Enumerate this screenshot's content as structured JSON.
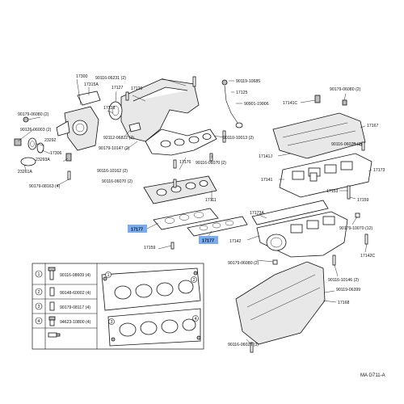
{
  "parts": {
    "p17300": "17300",
    "p17315A": "17315A",
    "p90179_06080_top": "90179-06080 (2)",
    "p90126_06003": "90126-06003 (2)",
    "p23292": "23292",
    "p17306": "17306",
    "p23293A": "23293A",
    "p23261A": "23261A",
    "p90179_08163": "90179-08163 (4)",
    "p90116_06231": "90116-06231 (2)",
    "p17127": "17127",
    "p17129": "17129",
    "p17128": "17128",
    "p92112_06822": "92112-06822 (2)",
    "p90179_10147": "90179-10147 (2)",
    "p90116_10162": "90116-10162 (2)",
    "p90116_06070_mid": "90116-06070 (2)",
    "p17176": "17176",
    "p90116_06070_right": "90116-06070 (2)",
    "p17111": "17111",
    "p90119_10685": "90119-10685",
    "p17125": "17125",
    "p90901_19006": "90901-19006",
    "p90110_10013": "90110-10013 (2)",
    "p90179_06080_r": "90179-06080 (2)",
    "p17141C": "17141C",
    "p17167": "17167",
    "p90116_06028_top": "90116-06028 (3)",
    "p17141J": "17141J",
    "p17173": "17173",
    "p17141": "17141",
    "p17153": "17153",
    "p17159_r": "17159",
    "p17177_a": "17177",
    "p17177_b": "17177",
    "p17159_l": "17159",
    "p17173A": "17173A",
    "p90179_10070": "90179-10070 (12)",
    "p17142": "17142",
    "p17142C": "17142C",
    "p90179_06080_b": "90179-06080 (2)",
    "p90116_10146": "90116-10146 (2)",
    "p90119_06399": "90119-06399",
    "p17168": "17168",
    "p90116_06028_bot": "90116-06028 (3)",
    "figure_code": "MA G711-A"
  },
  "fastener_table": {
    "rows": [
      {
        "num": "1",
        "part": "90116-08609 (4)"
      },
      {
        "num": "2",
        "part": "90148-60002 (4)"
      },
      {
        "num": "3",
        "part": "90179-08117 (4)"
      },
      {
        "num": "4",
        "part": "94623-10800 (4)"
      }
    ],
    "map_marks": [
      "1",
      "2",
      "3",
      "4"
    ]
  },
  "highlight_color": "#4e8fe6"
}
